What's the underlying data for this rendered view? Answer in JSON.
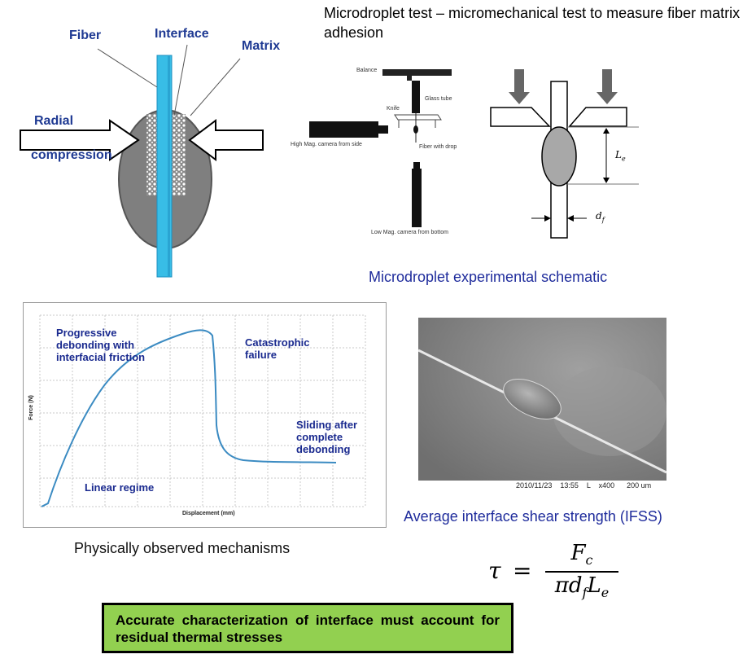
{
  "header": {
    "title": "Microdroplet test – micromechanical test to measure fiber matrix adhesion"
  },
  "left_diagram": {
    "labels": {
      "fiber": "Fiber",
      "interface": "Interface",
      "matrix": "Matrix",
      "radial": "Radial",
      "compression": "compression"
    },
    "colors": {
      "fiber": "#38bde6",
      "droplet": "#7f7f7f",
      "label": "#1f3a93"
    }
  },
  "schematic": {
    "labels": {
      "balance": "Balance",
      "glass_tube": "Glass tube",
      "knife": "Knife",
      "high_mag": "High Mag. camera from side",
      "fiber_drop": "Fiber with drop",
      "low_mag": "Low Mag. camera from bottom"
    },
    "le_label": "L",
    "le_sub": "e",
    "df_label": "d",
    "df_sub": "f",
    "caption": "Microdroplet experimental schematic"
  },
  "force_chart": {
    "annotations": {
      "progressive": "Progressive debonding with interfacial friction",
      "catastrophic": "Catastrophic failure",
      "sliding": "Sliding after complete debonding",
      "linear": "Linear regime"
    },
    "xlabel": "Displacement (mm)",
    "ylabel": "Force (N)",
    "caption": "Physically observed mechanisms",
    "line_color": "#3b8bc2"
  },
  "sem_image": {
    "footer": "2010/11/23    13:55    L    x400      200 um",
    "caption": "Average interface shear strength (IFSS)"
  },
  "formula": {
    "lhs": "τ",
    "eq": "=",
    "numerator": "F",
    "numerator_sub": "c",
    "denominator": "πd",
    "denominator_sub1": "f",
    "denominator_mid": "L",
    "denominator_sub2": "e"
  },
  "note": {
    "text": "Accurate characterization of interface must account for residual thermal stresses",
    "background": "#92d050"
  }
}
